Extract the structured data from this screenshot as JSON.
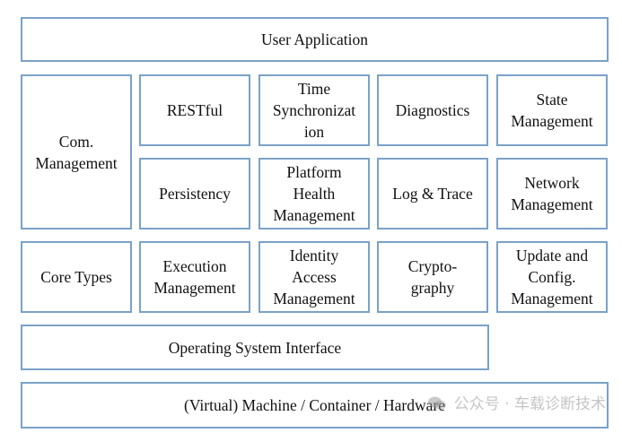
{
  "diagram": {
    "blocks": {
      "user_application": "User Application",
      "com_management": "Com.\nManagement",
      "restful": "RESTful",
      "time_sync": "Time\nSynchronizat\nion",
      "diagnostics": "Diagnostics",
      "state_management": "State\nManagement",
      "persistency": "Persistency",
      "platform_health": "Platform\nHealth\nManagement",
      "log_trace": "Log & Trace",
      "network_management": "Network\nManagement",
      "core_types": "Core Types",
      "execution_management": "Execution\nManagement",
      "identity_access": "Identity\nAccess\nManagement",
      "cryptography": "Crypto-\ngraphy",
      "update_config": "Update and\nConfig.\nManagement",
      "os_interface": "Operating System Interface",
      "machine": "(Virtual) Machine / Container / Hardware"
    },
    "colors": {
      "border": "#7aa2c8",
      "text": "#111111",
      "background": "#ffffff"
    }
  },
  "watermark": {
    "text": "公众号 · 车载诊断技术",
    "icon": "wechat-logo-icon"
  }
}
